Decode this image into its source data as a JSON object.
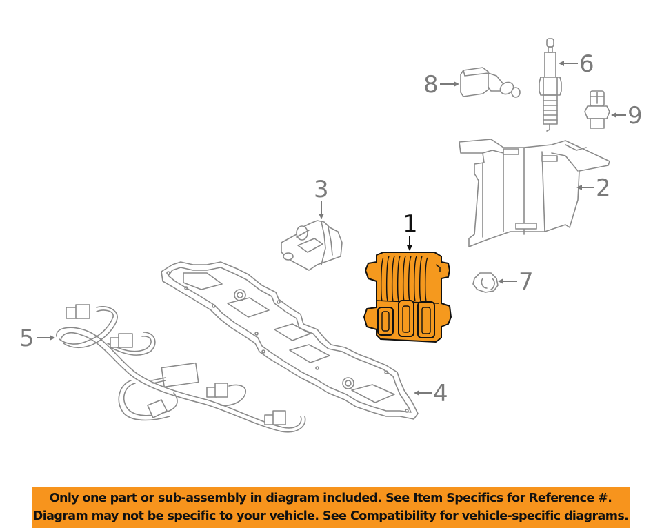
{
  "diagram": {
    "highlight_color": "#F7941D",
    "line_color": "#8a8a8a",
    "parts": [
      {
        "callout": "1",
        "name": "engine-control-module",
        "highlighted": true
      },
      {
        "callout": "2",
        "name": "mounting-bracket",
        "highlighted": false
      },
      {
        "callout": "3",
        "name": "ignition-coil",
        "highlighted": false
      },
      {
        "callout": "4",
        "name": "coil-mounting-plate",
        "highlighted": false
      },
      {
        "callout": "5",
        "name": "wiring-harness",
        "highlighted": false
      },
      {
        "callout": "6",
        "name": "spark-plug",
        "highlighted": false
      },
      {
        "callout": "7",
        "name": "grommet",
        "highlighted": false
      },
      {
        "callout": "8",
        "name": "sensor",
        "highlighted": false
      },
      {
        "callout": "9",
        "name": "pressure-switch",
        "highlighted": false
      }
    ]
  },
  "banner": {
    "line1": "Only one part or sub-assembly in diagram included. See Item Specifics for Reference #.",
    "line2": "Diagram may not be specific to your vehicle. See Compatibility for vehicle-specific diagrams.",
    "background": "#F7941D"
  }
}
